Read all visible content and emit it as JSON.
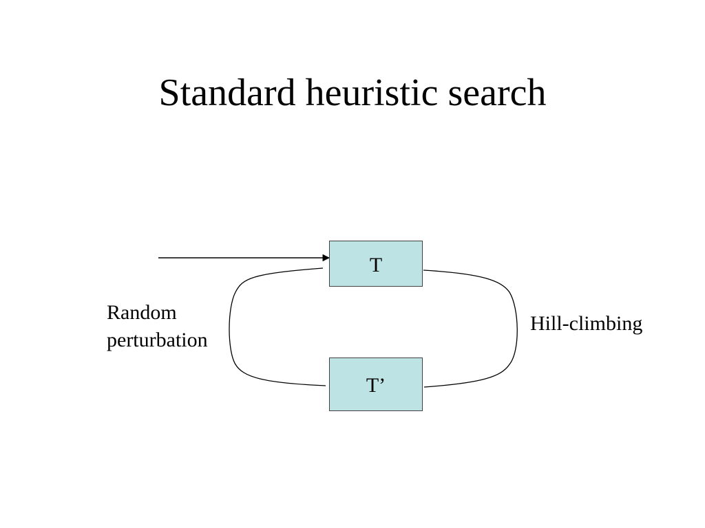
{
  "slide": {
    "title": "Standard heuristic search"
  },
  "diagram": {
    "nodes": {
      "t": "T",
      "t_prime": "T’"
    },
    "labels": {
      "random_line1": "Random",
      "random_line2": "perturbation",
      "hill_climbing": "Hill-climbing"
    },
    "colors": {
      "box_fill": "#bde3e5",
      "line": "#000000"
    }
  }
}
